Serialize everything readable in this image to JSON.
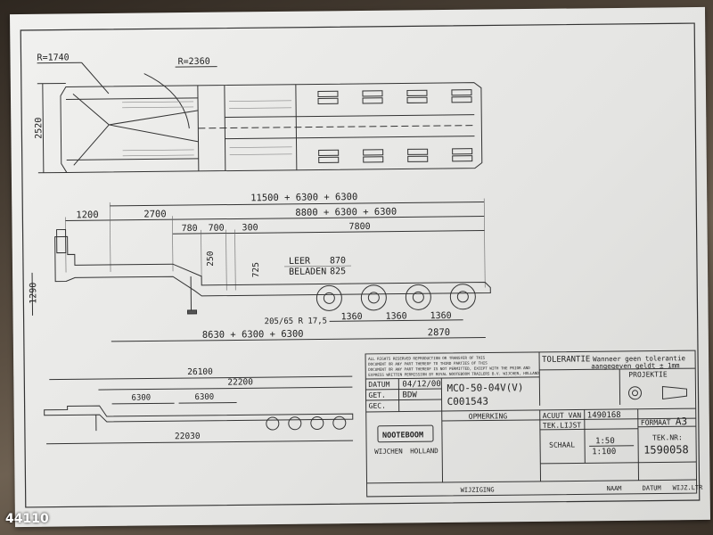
{
  "top_view": {
    "r1": "R=1740",
    "r2": "R=2360",
    "width": "2520"
  },
  "side_view": {
    "total_top": "11500 + 6300 + 6300",
    "dim_1200": "1200",
    "dim_2700": "2700",
    "dim_8800": "8800 + 6300 + 6300",
    "dim_780": "780",
    "dim_700": "700",
    "dim_300": "300",
    "dim_7800": "7800",
    "dim_250": "250",
    "dim_725": "725",
    "leer_label": "LEER",
    "leer_value": "870",
    "beladen_label": "BELADEN",
    "beladen_value": "825",
    "height": "1290",
    "tyre": "205/65 R 17,5",
    "axle_1": "1360",
    "axle_2": "1360",
    "axle_3": "1360",
    "bottom_total": "8630 + 6300 + 6300",
    "rear_overhang": "2870"
  },
  "small_view": {
    "dim_26100": "26100",
    "dim_22200": "22200",
    "dim_6300a": "6300",
    "dim_6300b": "6300",
    "dim_22030": "22030"
  },
  "title_block": {
    "notice": [
      "ALL RIGHTS RESERVED REPRODUCTION OR TRANSFER OF THIS",
      "DOCUMENT OR ANY PART THEREOF TO THIRD PARTIES OF THIS",
      "DOCUMENT OR ANY PART THEREOF IS NOT PERMITTED, EXCEPT WITH THE PRIOR AND",
      "EXPRESS WRITTEN PERMISSION BY ROYAL NOOTEBOOM TRAILERS B.V. WIJCHEN, HOLLAND"
    ],
    "tolerantie_label": "TOLERANTIE",
    "tolerantie_text_1": "Wanneer geen tolerantie",
    "tolerantie_text_2": "aangegeven geldt ± 1mm",
    "projektie": "PROJEKTIE",
    "datum_label": "DATUM",
    "datum_value": "04/12/00",
    "get_label": "GET.",
    "get_value": "BDW",
    "gec_label": "GEC.",
    "model": "MCO-50-04V(V)",
    "code": "C001543",
    "opmerking": "OPMERKING",
    "acuut_label": "ACUUT VAN",
    "acuut_value": "1490168",
    "tek_lijst": "TEK.LIJST",
    "formaat_label": "FORMAAT",
    "formaat_value": "A3",
    "schaal_label": "SCHAAL",
    "schaal_1": "1:50",
    "schaal_2": "1:100",
    "teknr_label": "TEK.NR:",
    "teknr_value": "1590058",
    "logo": "NOOTEBOOM",
    "city_1": "WIJCHEN",
    "city_2": "HOLLAND",
    "wijziging": "WIJZIGING",
    "naam": "NAAM",
    "datum2": "DATUM",
    "wijz_ltr": "WIJZ.LTR"
  },
  "watermark": "44110"
}
